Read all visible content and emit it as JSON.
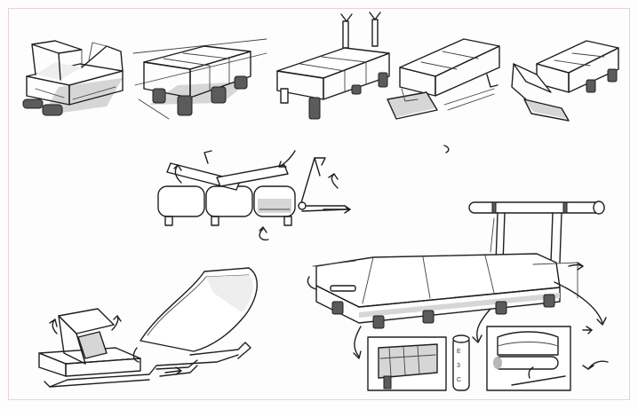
{
  "sheet": {
    "border_color": "#e7d2d7",
    "ink_color": "#1f1f1f",
    "shade_color": "#d6d6d6"
  },
  "sketches": [
    {
      "name": "bench-storage-open-top",
      "icon": "bench-lid-open"
    },
    {
      "name": "bench-closed",
      "icon": "bench"
    },
    {
      "name": "bench-with-bar-stand",
      "icon": "bench-bar"
    },
    {
      "name": "bench-drawer-pulled",
      "icon": "bench-drawer"
    },
    {
      "name": "bench-backrest-raised",
      "icon": "bench-backrest"
    },
    {
      "name": "mechanism-side-view",
      "icon": "mechanism"
    },
    {
      "name": "reclining-lounger",
      "icon": "lounger"
    },
    {
      "name": "bench-with-pullup-bar",
      "icon": "bench-pullup"
    },
    {
      "name": "detail-storage-interior",
      "icon": "detail"
    },
    {
      "name": "detail-handle",
      "icon": "detail"
    },
    {
      "name": "detail-roller",
      "icon": "detail"
    }
  ]
}
